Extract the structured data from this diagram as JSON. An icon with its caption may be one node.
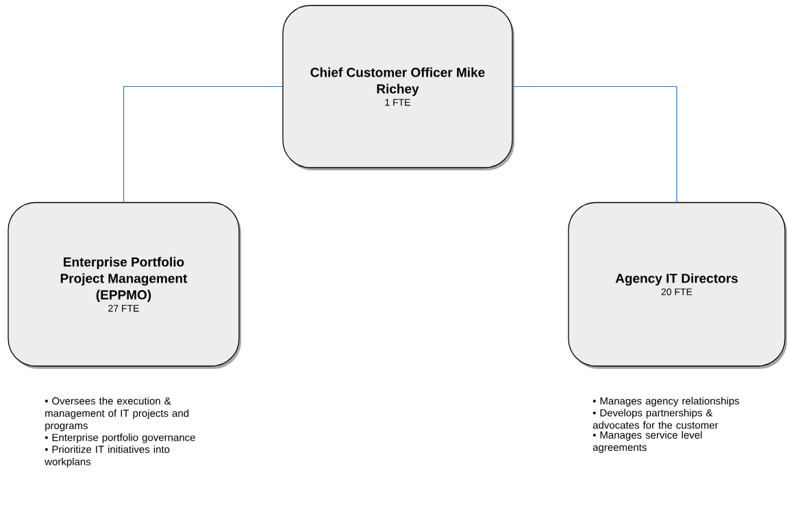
{
  "diagram": {
    "nodes": [
      {
        "text": [
          "Chief Customer Officer Mike Richey",
          "1 FTE"
        ]
      },
      {
        "text": [
          "Enterprise Portfolio Project Management (EPPMO)",
          "27 FTE"
        ],
        "beside": [
          "• Oversees the execution & management of IT projects and programs",
          "• Enterprise portfolio governance",
          "• Prioritize IT initiatives into workplans"
        ]
      },
      {
        "text": [
          "Agency IT Directors",
          "20 FTE"
        ],
        "beside": [
          "• Manages agency relationships",
          "• Develops partnerships & advocates for the customer",
          "• Manages service level agreements"
        ]
      }
    ],
    "edges": [
      {
        "from": 0,
        "to": 1,
        "arrow": "none"
      },
      {
        "from": 0,
        "to": 2,
        "arrow": "none"
      }
    ]
  }
}
